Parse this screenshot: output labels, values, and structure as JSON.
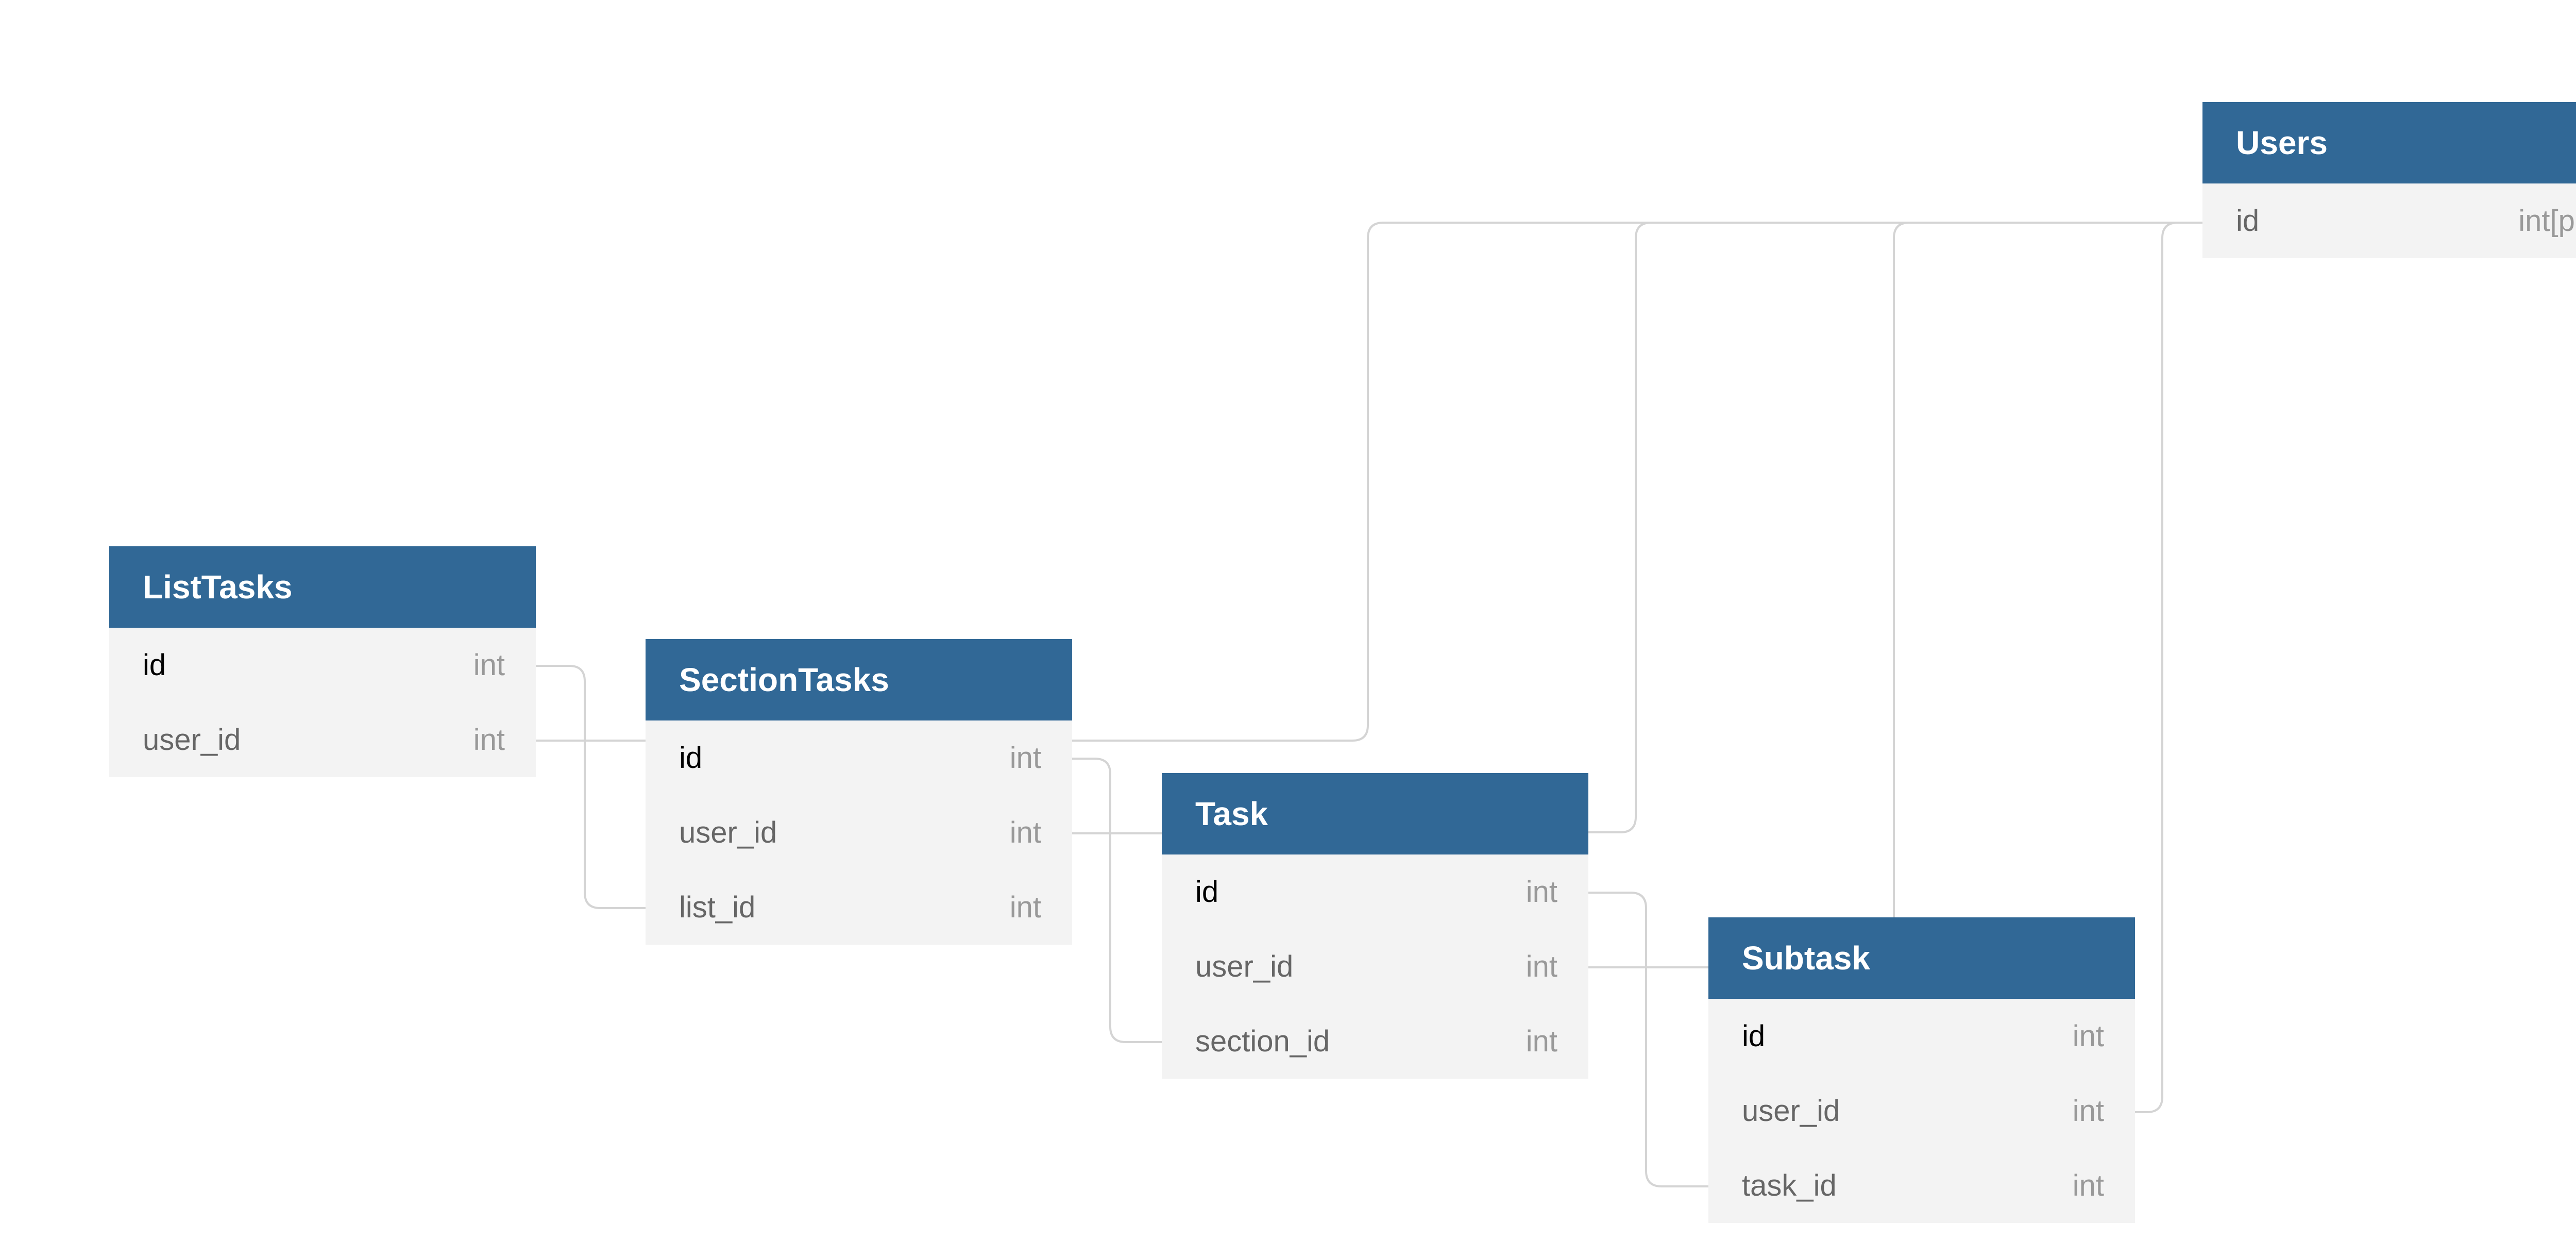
{
  "colors": {
    "header_bg": "#316896",
    "header_text": "#ffffff",
    "body_bg": "#f3f3f3",
    "connector": "#d4d4d4",
    "column_text": "#666666",
    "key_column_text": "#000000",
    "type_text": "#999999"
  },
  "tables": {
    "users": {
      "name": "Users",
      "columns": [
        {
          "name": "id",
          "type": "int[pk]"
        }
      ]
    },
    "listtasks": {
      "name": "ListTasks",
      "columns": [
        {
          "name": "id",
          "type": "int"
        },
        {
          "name": "user_id",
          "type": "int"
        }
      ]
    },
    "sectiontasks": {
      "name": "SectionTasks",
      "columns": [
        {
          "name": "id",
          "type": "int"
        },
        {
          "name": "user_id",
          "type": "int"
        },
        {
          "name": "list_id",
          "type": "int"
        }
      ]
    },
    "task": {
      "name": "Task",
      "columns": [
        {
          "name": "id",
          "type": "int"
        },
        {
          "name": "user_id",
          "type": "int"
        },
        {
          "name": "section_id",
          "type": "int"
        }
      ]
    },
    "subtask": {
      "name": "Subtask",
      "columns": [
        {
          "name": "id",
          "type": "int"
        },
        {
          "name": "user_id",
          "type": "int"
        },
        {
          "name": "task_id",
          "type": "int"
        }
      ]
    }
  },
  "relationships": [
    {
      "from": "ListTasks.user_id",
      "to": "Users.id"
    },
    {
      "from": "SectionTasks.user_id",
      "to": "Users.id"
    },
    {
      "from": "Task.user_id",
      "to": "Users.id"
    },
    {
      "from": "Subtask.user_id",
      "to": "Users.id"
    },
    {
      "from": "SectionTasks.list_id",
      "to": "ListTasks.id"
    },
    {
      "from": "Task.section_id",
      "to": "SectionTasks.id"
    },
    {
      "from": "Subtask.task_id",
      "to": "Task.id"
    }
  ]
}
